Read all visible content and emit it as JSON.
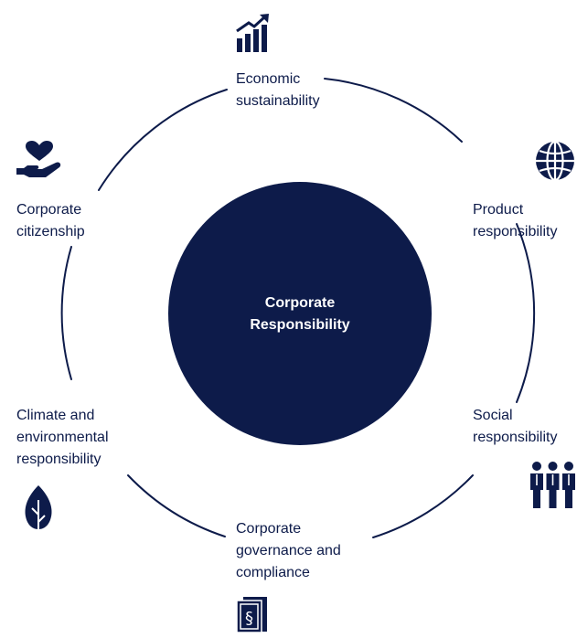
{
  "center": {
    "line1": "Corporate",
    "line2": "Responsibility"
  },
  "colors": {
    "navy": "#0d1b4a",
    "background": "#ffffff"
  },
  "pillars": [
    {
      "id": "economic",
      "lines": [
        "Economic",
        "sustainability"
      ],
      "icon": "bar-chart-growth-icon"
    },
    {
      "id": "product",
      "lines": [
        "Product",
        "responsibility"
      ],
      "icon": "globe-icon"
    },
    {
      "id": "social",
      "lines": [
        "Social",
        "responsibility"
      ],
      "icon": "people-group-icon"
    },
    {
      "id": "governance",
      "lines": [
        "Corporate",
        "governance and",
        "compliance"
      ],
      "icon": "law-book-icon"
    },
    {
      "id": "climate",
      "lines": [
        "Climate and",
        "environmental",
        "responsibility"
      ],
      "icon": "leaf-icon"
    },
    {
      "id": "citizenship",
      "lines": [
        "Corporate",
        "citizenship"
      ],
      "icon": "heart-hand-icon"
    }
  ]
}
